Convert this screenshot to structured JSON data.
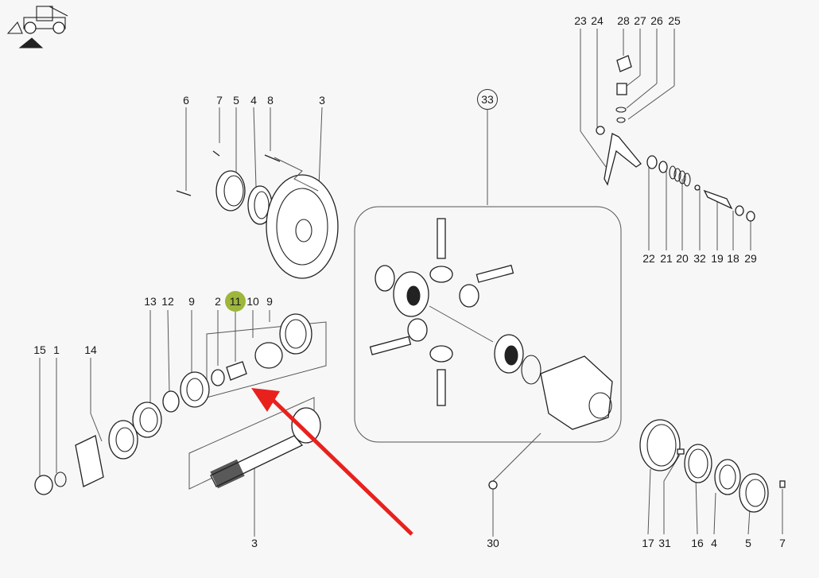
{
  "diagram": {
    "title_icon": "telehandler-machine-icon",
    "highlight_color": "#9db63b",
    "arrow_color": "#e8211d",
    "highlighted_callout": "11",
    "group_callout": "33",
    "callouts": {
      "shift_top": [
        "23",
        "24",
        "28",
        "27",
        "26",
        "25"
      ],
      "shift_bottom": [
        "22",
        "21",
        "20",
        "32",
        "19",
        "18",
        "29"
      ],
      "crown_gear": [
        "6",
        "7",
        "5",
        "4",
        "8",
        "3"
      ],
      "pinion_top": [
        "13",
        "12",
        "9",
        "2",
        "11",
        "10",
        "9"
      ],
      "pinion_left": [
        "15",
        "1",
        "14"
      ],
      "pinion_bottom": [
        "3"
      ],
      "diff_bottom": [
        "30"
      ],
      "right_bearing": [
        "17",
        "31",
        "16",
        "4",
        "5",
        "7"
      ]
    }
  }
}
